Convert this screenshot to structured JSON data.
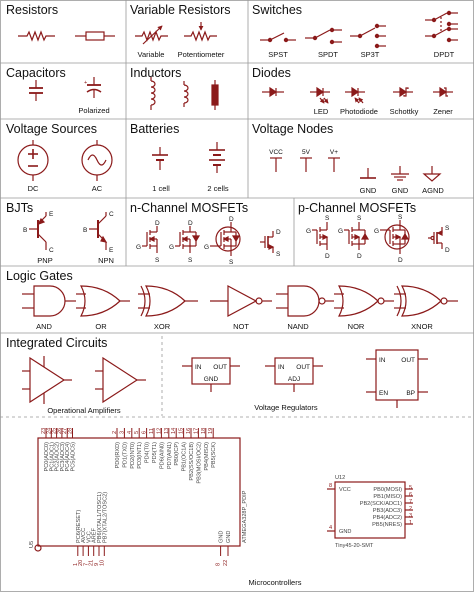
{
  "categories": {
    "resistors": "Resistors",
    "variable_resistors": "Variable Resistors",
    "switches": "Switches",
    "capacitors": "Capacitors",
    "inductors": "Inductors",
    "diodes": "Diodes",
    "voltage_sources": "Voltage Sources",
    "batteries": "Batteries",
    "voltage_nodes": "Voltage Nodes",
    "bjts": "BJTs",
    "n_mosfets": "n-Channel MOSFETs",
    "p_mosfets": "p-Channel MOSFETs",
    "logic_gates": "Logic Gates",
    "integrated_circuits": "Integrated Circuits"
  },
  "labels": {
    "variable": "Variable",
    "potentiometer": "Potentiometer",
    "spst": "SPST",
    "spdt": "SPDT",
    "sp3t": "SP3T",
    "dpdt": "DPDT",
    "polarized": "Polarized",
    "led": "LED",
    "photodiode": "Photodiode",
    "schottky": "Schottky",
    "zener": "Zener",
    "dc": "DC",
    "ac": "AC",
    "one_cell": "1 cell",
    "two_cells": "2 cells",
    "vcc": "VCC",
    "five_v": "5V",
    "v_plus": "V+",
    "gnd": "GND",
    "gnd2": "GND",
    "agnd": "AGND",
    "pnp": "PNP",
    "npn": "NPN",
    "and": "AND",
    "or": "OR",
    "xor": "XOR",
    "not": "NOT",
    "nand": "NAND",
    "nor": "NOR",
    "xnor": "XNOR",
    "op_amps": "Operational Amplifiers",
    "voltage_regulators": "Voltage Regulators",
    "microcontrollers": "Microcontrollers"
  },
  "pin_letters": {
    "b": "B",
    "c": "C",
    "e": "E",
    "g": "G",
    "d": "D",
    "s": "S"
  },
  "regulators": {
    "in": "IN",
    "out": "OUT",
    "gnd": "GND",
    "adj": "ADJ",
    "en": "EN",
    "bp": "BP"
  },
  "atmega": {
    "ref": "U5",
    "part": "ATMEGA328P_PDIP",
    "left_pins": [
      "PC0(ADC0)",
      "PC1(ADC1)",
      "PC2(ADC2)",
      "PC3(ADC3)",
      "PC4(ADC4)",
      "PC5(ADC5)",
      "PC6(RESET)",
      "AVCC",
      "VCC",
      "AREF",
      "PB6(XTAL1/TOSC1)",
      "PB7(XTAL2/TOSC2)"
    ],
    "right_pins": [
      "PD0(RXD)",
      "PD1(TXD)",
      "PD2(INT0)",
      "PD3(INT1)",
      "PD4(T0)",
      "PD5(T1)",
      "PD6(AIN0)",
      "PD7(AIN1)",
      "PB0(ICP)",
      "PB1(OC1A)",
      "PB2(SS/OC1B)",
      "PB3(MOSI/OC2)",
      "PB4(MISO)",
      "PB5(SCK)",
      "GND",
      "GND"
    ],
    "top_numbers": [
      "23",
      "24",
      "25",
      "26",
      "27",
      "28",
      "2",
      "3",
      "4",
      "5",
      "6",
      "11",
      "12",
      "13",
      "14",
      "15",
      "16",
      "17",
      "18",
      "19"
    ],
    "bottom_numbers": [
      "1",
      "20",
      "7",
      "21",
      "9",
      "10",
      "8",
      "22"
    ]
  },
  "attiny": {
    "ref": "U12",
    "part": "Tiny45-20-SMT",
    "left_pins": [
      "VCC",
      "GND"
    ],
    "right_pins": [
      "PB0(MOSI)",
      "PB1(MISO)",
      "PB2(SCK/ADC1)",
      "PB3(ADC3)",
      "PB4(ADC2)",
      "PB5(NRES)"
    ],
    "left_numbers": [
      "8",
      "4"
    ],
    "right_numbers": [
      "5",
      "6",
      "7",
      "2",
      "3",
      "1"
    ]
  }
}
